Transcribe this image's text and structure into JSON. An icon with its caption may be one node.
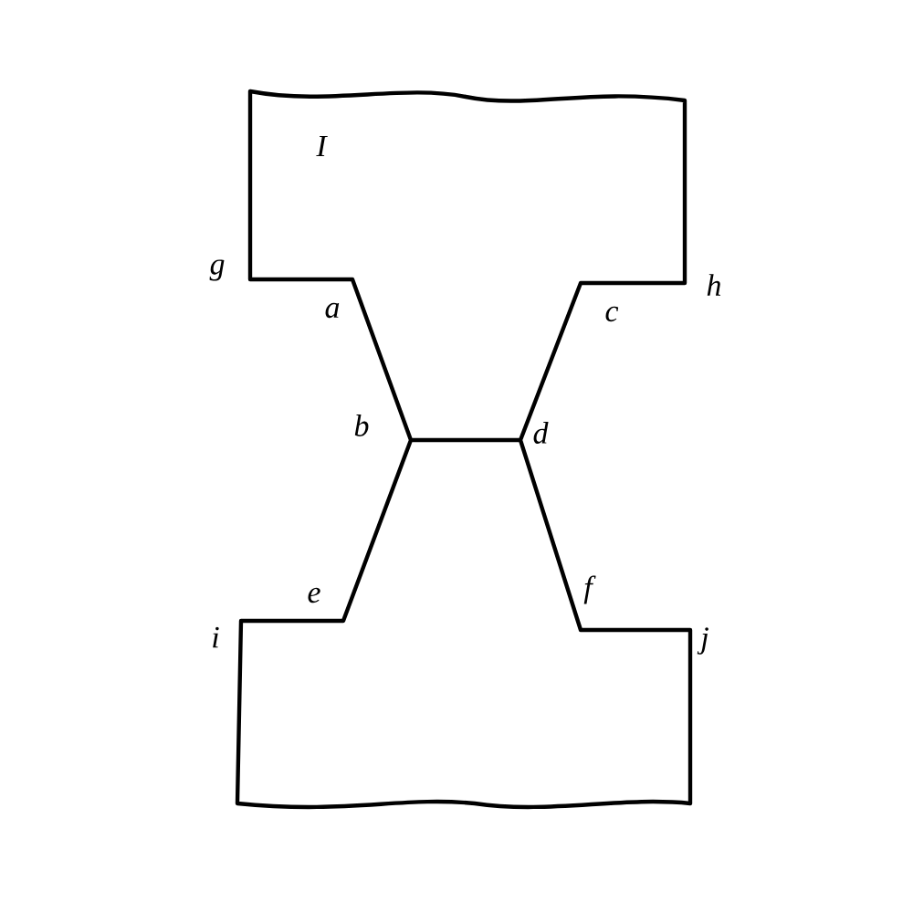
{
  "diagram": {
    "labels": [
      "I",
      "g",
      "h",
      "a",
      "c",
      "b",
      "d",
      "e",
      "f",
      "i",
      "j"
    ]
  }
}
